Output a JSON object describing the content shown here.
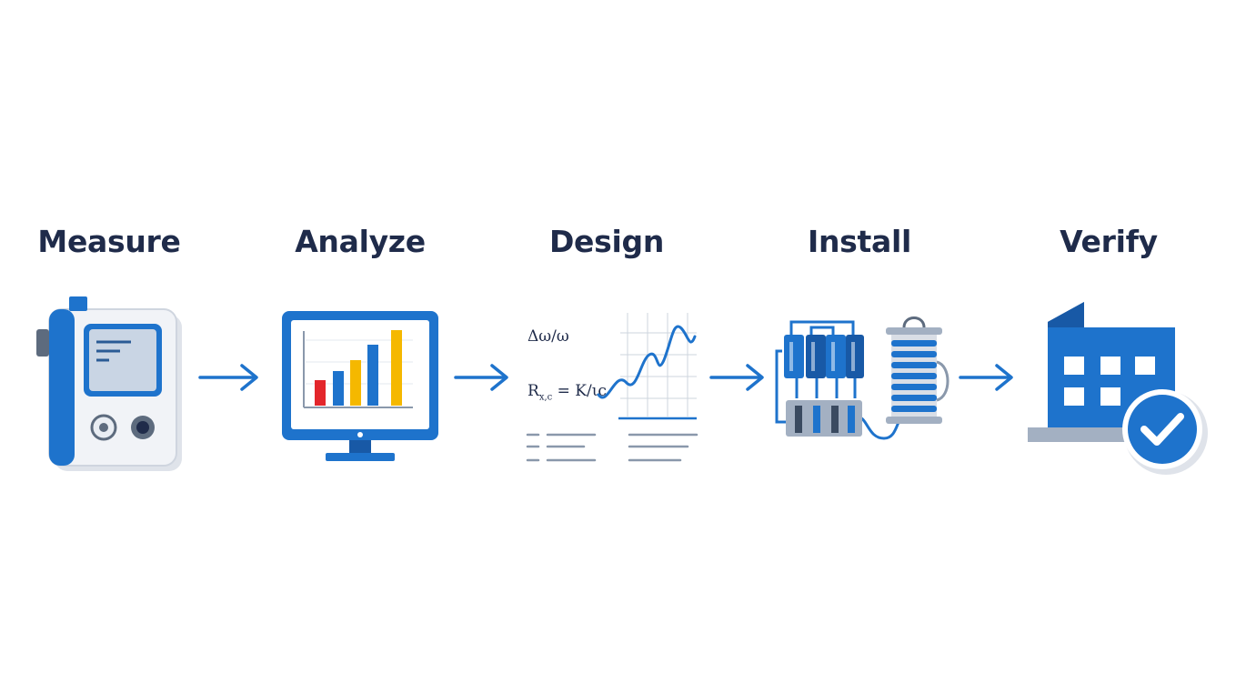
{
  "steps": [
    {
      "label": "Measure",
      "icon": "measurement-device-icon"
    },
    {
      "label": "Analyze",
      "icon": "monitor-bar-chart-icon"
    },
    {
      "label": "Design",
      "icon": "design-formula-graph-icon"
    },
    {
      "label": "Install",
      "icon": "installation-components-icon"
    },
    {
      "label": "Verify",
      "icon": "verified-building-icon"
    }
  ],
  "design_formulas": {
    "line1": "Δω/ω",
    "line2": "R",
    "line2_sub": "x,c",
    "line2_rest": " = K/",
    "line2_tail": "ιc"
  },
  "colors": {
    "primary_blue": "#1e73cc",
    "dark_blue": "#1859a6",
    "navy_text": "#1f2b4a",
    "bar_red": "#e3262b",
    "bar_yellow": "#f5b800"
  }
}
